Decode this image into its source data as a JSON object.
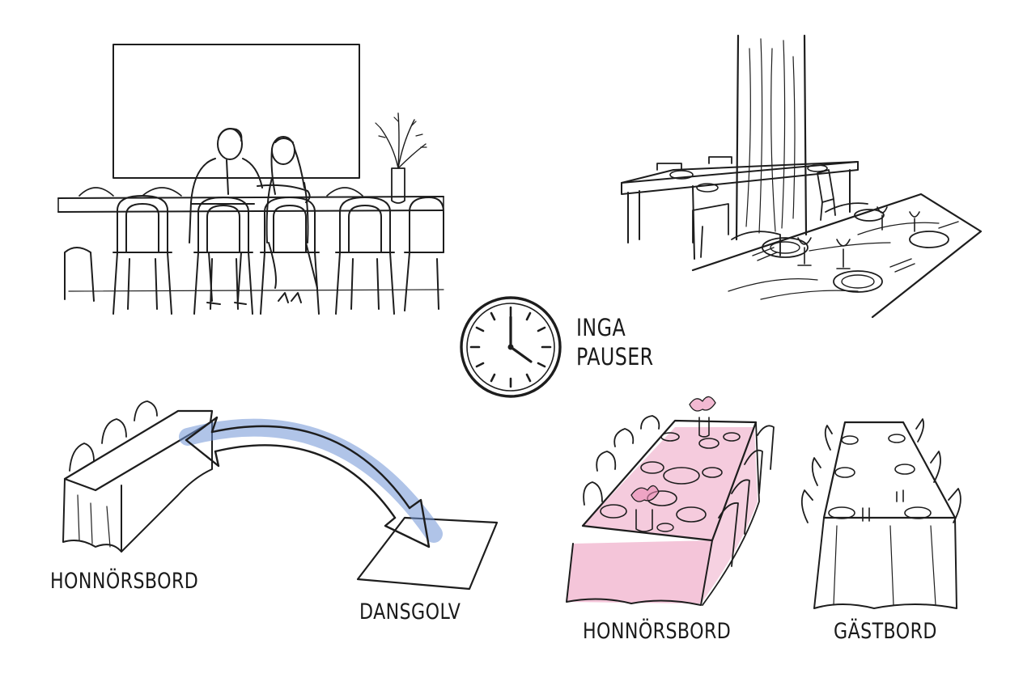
{
  "labels": {
    "no_breaks_line1": "INGA",
    "no_breaks_line2": "PAUSER",
    "head_table_left": "HONNÖRSBORD",
    "dance_floor": "DANSGOLV",
    "head_table_right": "HONNÖRSBORD",
    "guest_table": "GÄSTBORD"
  },
  "colors": {
    "ink": "#1d1d1d",
    "arrow_highlight": "#6f93d6",
    "tablecloth_highlight": "#e98bb4"
  },
  "icons": {
    "clock": "clock-icon",
    "arrow": "double-headed-arrow-icon"
  }
}
